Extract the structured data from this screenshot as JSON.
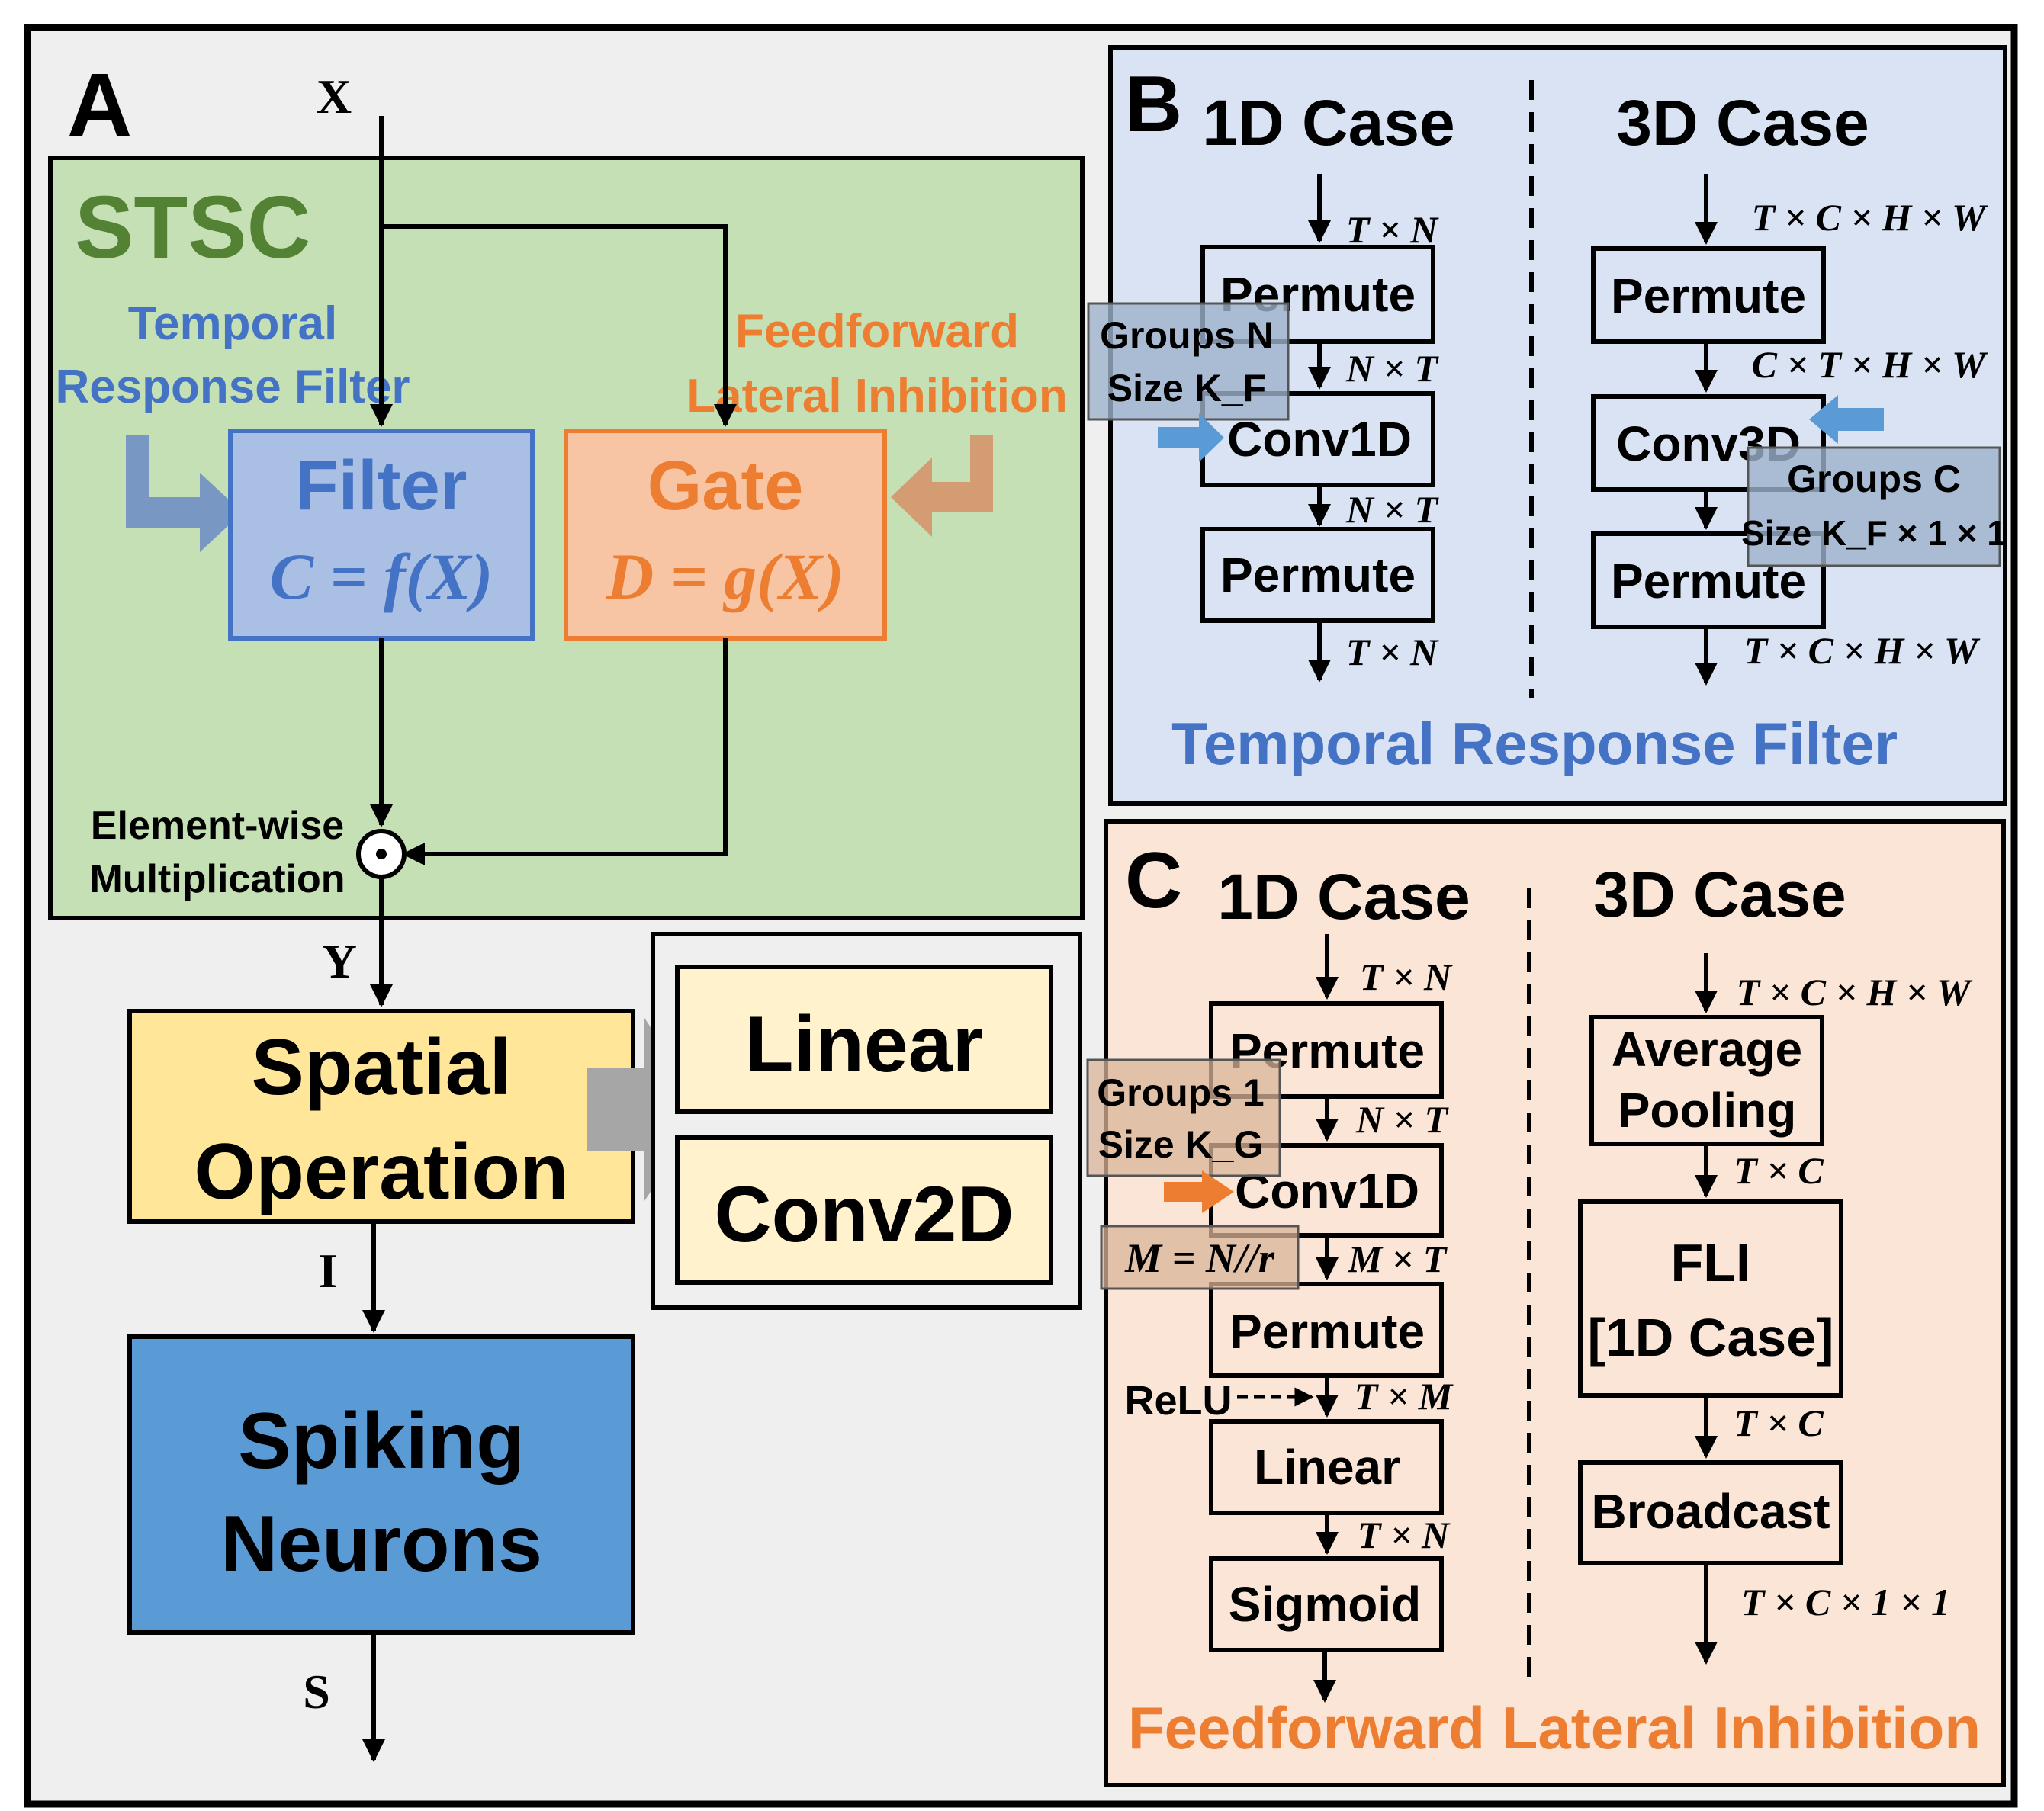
{
  "panel_a": {
    "letter": "A",
    "input_x": "X",
    "stsc_label": "STSC",
    "trf_line1": "Temporal",
    "trf_line2": "Response Filter",
    "fli_line1": "Feedforward",
    "fli_line2": "Lateral Inhibition",
    "filter_title": "Filter",
    "filter_formula": "C = f(X)",
    "gate_title": "Gate",
    "gate_formula": "D = g(X)",
    "mult_line1": "Element-wise",
    "mult_line2": "Multiplication",
    "mult_symbol": "⊙",
    "y_label": "Y",
    "spatial_line1": "Spatial",
    "spatial_line2": "Operation",
    "linear": "Linear",
    "conv2d": "Conv2D",
    "i_label": "I",
    "spiking_line1": "Spiking",
    "spiking_line2": "Neurons",
    "s_label": "S"
  },
  "panel_b": {
    "letter": "B",
    "case_1d": "1D Case",
    "case_3d": "3D Case",
    "in_1d": "T × N",
    "permute1": "Permute",
    "groups_line1": "Groups N",
    "groups_line2": "Size K_F",
    "dim_nt_1": "N × T",
    "conv1d": "Conv1D",
    "dim_nt_2": "N × T",
    "permute2": "Permute",
    "out_1d": "T × N",
    "in_3d": "T × C × H × W",
    "permute3": "Permute",
    "dim_cthw": "C × T × H × W",
    "conv3d": "Conv3D",
    "groups3_line1": "Groups C",
    "groups3_line2": "Size K_F × 1 × 1",
    "permute4": "Permute",
    "out_3d": "T × C × H × W",
    "footer": "Temporal Response Filter"
  },
  "panel_c": {
    "letter": "C",
    "case_1d": "1D Case",
    "case_3d": "3D Case",
    "in_1d": "T × N",
    "permute1": "Permute",
    "groups_line1": "Groups 1",
    "groups_line2": "Size K_G",
    "dim_nt": "N × T",
    "conv1d": "Conv1D",
    "m_formula": "M = N//r",
    "dim_mt": "M × T",
    "permute2": "Permute",
    "relu": "ReLU",
    "dim_tm": "T × M",
    "linear": "Linear",
    "dim_tn": "T × N",
    "sigmoid": "Sigmoid",
    "in_3d": "T × C × H × W",
    "avgpool_line1": "Average",
    "avgpool_line2": "Pooling",
    "dim_tc1": "T × C",
    "fli_line1": "FLI",
    "fli_line2": "[1D Case]",
    "dim_tc2": "T × C",
    "broadcast": "Broadcast",
    "out_3d": "T × C × 1 × 1",
    "footer": "Feedforward Lateral Inhibition"
  },
  "colors": {
    "stsc_green": "#c5e0b4",
    "filter_blue": "#a9bfe3",
    "gate_orange": "#f8c5a4",
    "spatial_yellow": "#ffe699",
    "linear_cream": "#fff2cc",
    "spiking_blue": "#5b9bd5",
    "panel_b_bg": "#dae3f3",
    "panel_c_bg": "#fbe5d6",
    "blue_text": "#4472c4",
    "orange_text": "#ed7d31",
    "green_text": "#548235"
  }
}
